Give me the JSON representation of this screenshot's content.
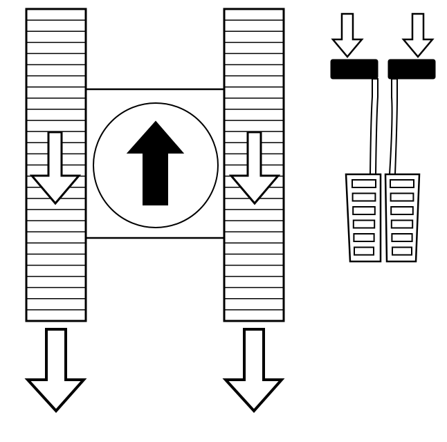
{
  "diagram": {
    "colors": {
      "stroke": "#000000",
      "fill": "#ffffff",
      "solid": "#000000"
    },
    "icons": {
      "track_left": "track-icon",
      "track_right": "track-icon",
      "body": "machine-body",
      "direction": "forward-arrow-icon",
      "track_arrows": "down-arrow-icon",
      "pedals": "pedal-icon",
      "press_arrows": "press-arrow-icon"
    },
    "track_tread_count": 28,
    "pedal_slot_count": 6,
    "meaning": {
      "body_arrow": "forward",
      "track_arrows": "reverse",
      "pedal_arrows": "press"
    }
  }
}
